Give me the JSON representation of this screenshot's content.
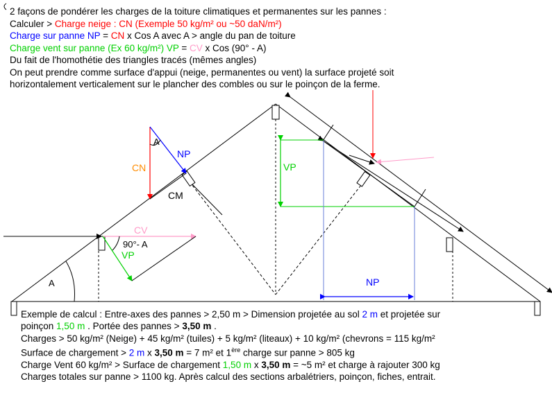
{
  "intro": {
    "l1": "2 façons de pondérer les charges de la toiture climatiques et permanentes sur les pannes :",
    "l2a": "Calculer > ",
    "l2b": "Charge neige : CN (Exemple 50 kg/m² ou ~50 daN/m²)",
    "l3a": "Charge sur panne NP",
    "l3b": " = ",
    "l3c": "CN",
    "l3d": " x Cos A avec A > angle du pan de toiture",
    "l4a": "Charge vent sur panne (Ex 60 kg/m²) VP",
    "l4b": " = ",
    "l4c": "CV",
    "l4d": " x Cos (90° - A)",
    "l5": "Du fait de l'homothétie des triangles tracés (mêmes angles)",
    "l6": "On peut prendre comme surface d'appui (neige, permanentes ou vent) la surface projeté soit",
    "l7": "horizontalement verticalement  sur le plancher des combles ou sur le poinçon de la ferme."
  },
  "labels": {
    "a_top": "A",
    "np": "NP",
    "cn": "CN",
    "cm": "CM",
    "cv": "CV",
    "angle_90a": "90°- A",
    "vp_left": "VP",
    "a_bottom": "A",
    "vp_center": "VP",
    "np_bottom": "NP"
  },
  "calc": {
    "c1a": "Exemple de calcul : Entre-axes des pannes > 2,50 m > Dimension  projetée au sol ",
    "c1b": "2 m",
    "c1c": " et projetée sur",
    "c2a": "poinçon ",
    "c2b": "1,50 m",
    "c2c": " . Portée des pannes  > ",
    "c2d": "3,50 m",
    "c2e": " .",
    "c3": "Charges > 50 kg/m² (Neige) + 45 kg/m² (tuiles)  + 5 kg/m² (liteaux) + 10 kg/m² (chevrons = 115 kg/m²",
    "c4a": "Surface de chargement > ",
    "c4b": "2 m",
    "c4c": " x ",
    "c4d": "3,50 m",
    "c4e": " = 7 m² et 1",
    "c4f": "ère",
    "c4g": " charge sur panne > 805 kg",
    "c5a": "Charge Vent  60 kg/m² > Surface de chargement ",
    "c5b": "1,50 m",
    "c5c": " x  ",
    "c5d": "3,50 m",
    "c5e": " = ~5 m² et charge à rajouter 300 kg",
    "c6": "Charges totales sur panne >  1100 kg. Après calcul des sections arbalétriers, poinçon, fiches, entrait."
  },
  "colors": {
    "red": "#ff0000",
    "blue": "#0000ff",
    "green": "#00d000",
    "pink": "#ff9ac8",
    "orange": "#ff8c00"
  }
}
